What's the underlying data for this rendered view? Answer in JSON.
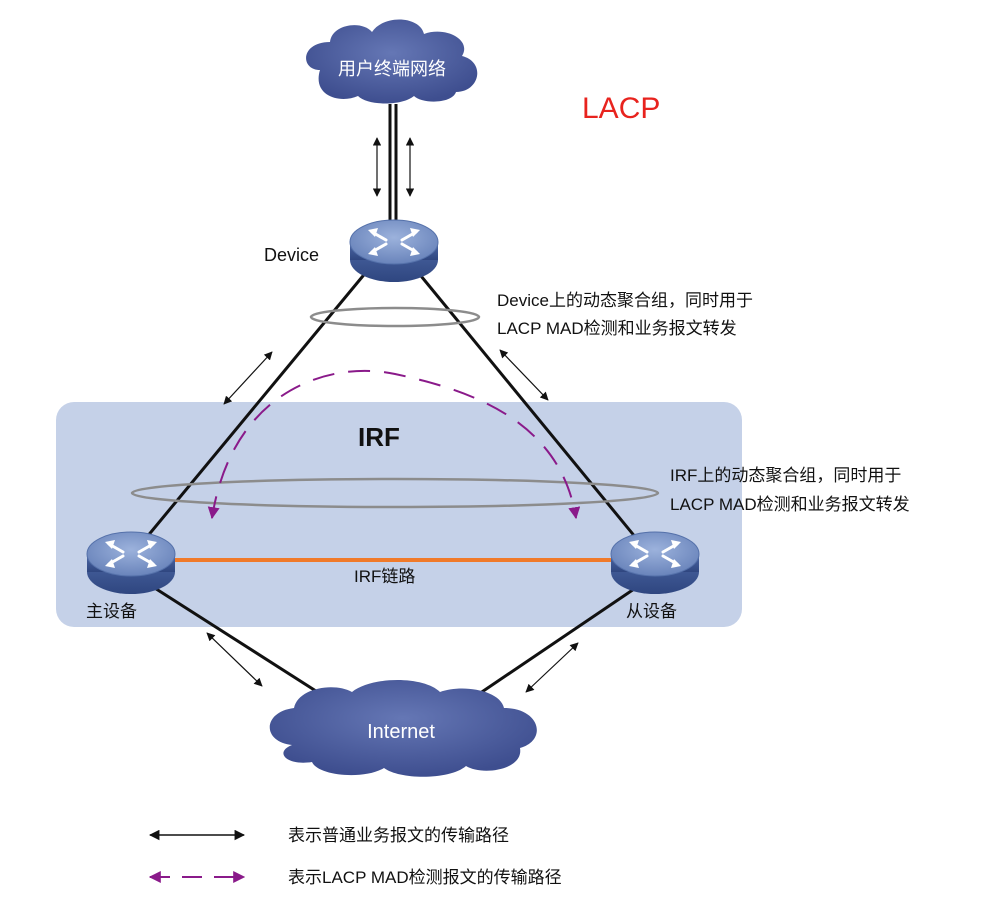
{
  "title": "LACP",
  "clouds": {
    "user_network": "用户终端网络",
    "internet": "Internet"
  },
  "devices": {
    "device": "Device",
    "master": "主设备",
    "slave": "从设备"
  },
  "irf": {
    "label": "IRF",
    "link_label": "IRF链路"
  },
  "annotations": {
    "device_agg_line1": "Device上的动态聚合组，同时用于",
    "device_agg_line2": "LACP MAD检测和业务报文转发",
    "irf_agg_line1": "IRF上的动态聚合组，同时用于",
    "irf_agg_line2": "LACP MAD检测和业务报文转发"
  },
  "legend": {
    "normal_path": "表示普通业务报文的传输路径",
    "lacp_path": "表示LACP MAD检测报文的传输路径"
  },
  "colors": {
    "title": "#e8231e",
    "irf_box": "#c5d1e8",
    "cloud": "#4a5a9c",
    "device_top": "#7b95c6",
    "device_side": "#3f5a96",
    "irf_link": "#f07a2a",
    "lacp_arrow": "#8a1a8a",
    "line": "#111111",
    "ring": "#8c8c8c"
  }
}
